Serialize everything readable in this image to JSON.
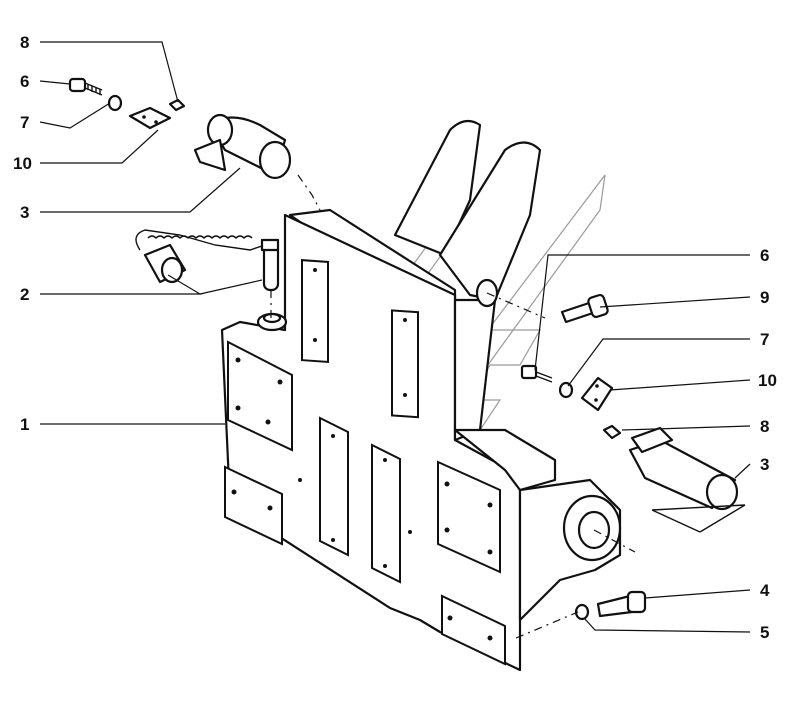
{
  "diagram": {
    "callouts": [
      {
        "id": "c8a",
        "label": "8"
      },
      {
        "id": "c6a",
        "label": "6"
      },
      {
        "id": "c7a",
        "label": "7"
      },
      {
        "id": "c10a",
        "label": "10"
      },
      {
        "id": "c3a",
        "label": "3"
      },
      {
        "id": "c2",
        "label": "2"
      },
      {
        "id": "c1",
        "label": "1"
      },
      {
        "id": "c6b",
        "label": "6"
      },
      {
        "id": "c9",
        "label": "9"
      },
      {
        "id": "c7b",
        "label": "7"
      },
      {
        "id": "c10b",
        "label": "10"
      },
      {
        "id": "c8b",
        "label": "8"
      },
      {
        "id": "c3b",
        "label": "3"
      },
      {
        "id": "c4",
        "label": "4"
      },
      {
        "id": "c5",
        "label": "5"
      }
    ]
  }
}
